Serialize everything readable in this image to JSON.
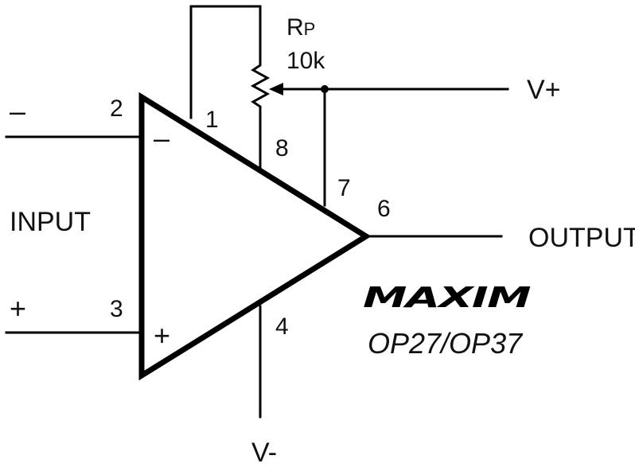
{
  "labels": {
    "input": "INPUT",
    "output": "OUTPUT",
    "input_minus": "–",
    "input_plus": "+",
    "inner_minus": "–",
    "inner_plus": "+",
    "v_plus": "V+",
    "v_minus": "V-",
    "rp_name": "R",
    "rp_sub": "P",
    "rp_value": "10k",
    "brand": "MAXIM",
    "part_number": "OP27/OP37"
  },
  "pins": {
    "p1": "1",
    "p2": "2",
    "p3": "3",
    "p4": "4",
    "p6": "6",
    "p7": "7",
    "p8": "8"
  },
  "colors": {
    "line": "#000000",
    "background": "#ffffff"
  }
}
